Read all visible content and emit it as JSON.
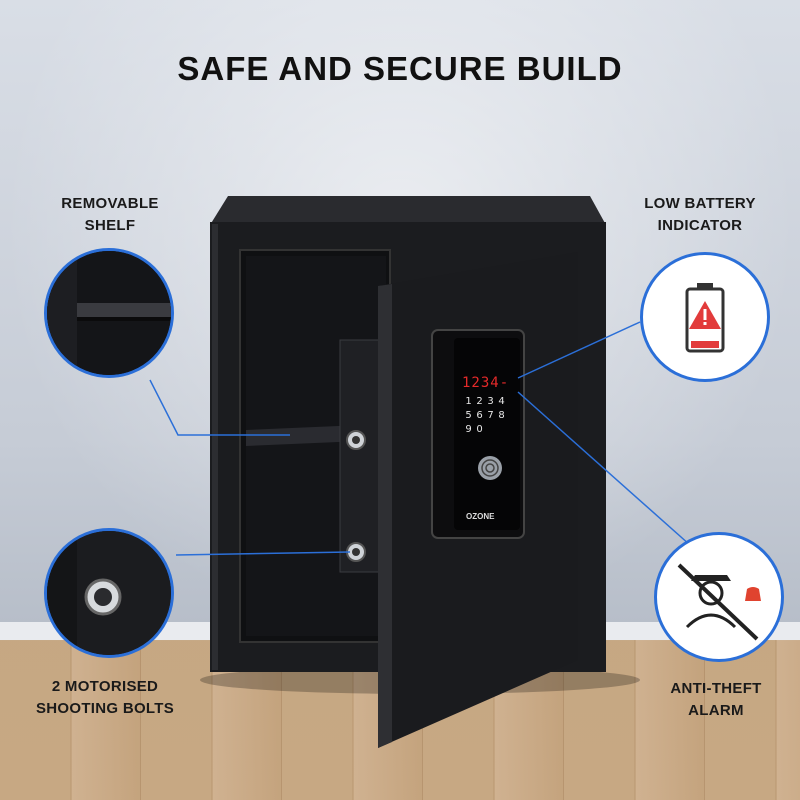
{
  "title": "SAFE AND SECURE BUILD",
  "features": {
    "removable_shelf": {
      "line1": "REMOVABLE",
      "line2": "SHELF"
    },
    "low_battery": {
      "line1": "LOW BATTERY",
      "line2": "INDICATOR"
    },
    "shooting_bolts": {
      "line1": "2 MOTORISED",
      "line2": "SHOOTING BOLTS"
    },
    "anti_theft": {
      "line1": "ANTI-THEFT",
      "line2": "ALARM"
    }
  },
  "lock_panel": {
    "display": "1234-",
    "keys": [
      "1",
      "2",
      "3",
      "4",
      "5",
      "6",
      "7",
      "8",
      "9",
      "0"
    ],
    "brand": "OZONE"
  },
  "colors": {
    "accent": "#2b6fd8",
    "safe": "#1b1c1f",
    "warning": "#e23b3b"
  },
  "icons": [
    "low-battery-warning-icon",
    "anti-theft-alarm-icon"
  ]
}
